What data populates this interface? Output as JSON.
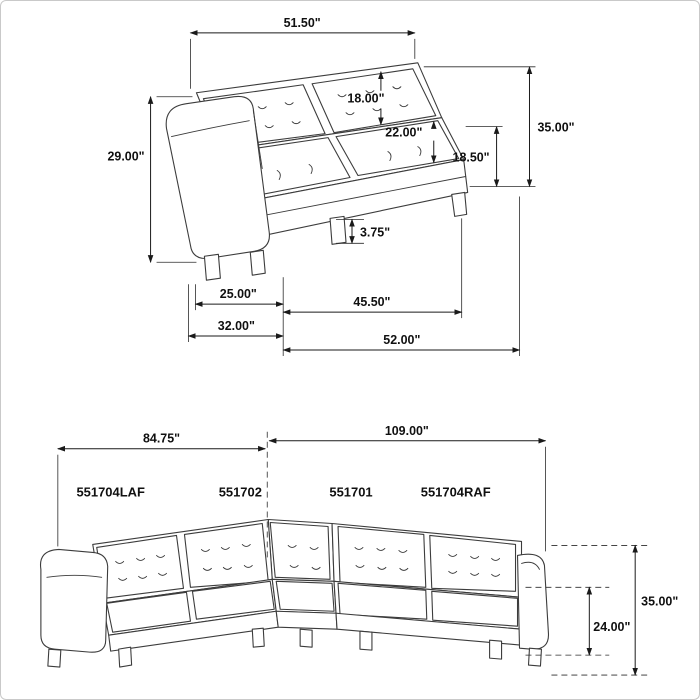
{
  "diagram_top": {
    "dims": {
      "back_width": "51.50\"",
      "back_cushion_height": "18.00\"",
      "seat_depth": "22.00\"",
      "arm_height": "29.00\"",
      "overall_height": "35.00\"",
      "seat_height": "18.50\"",
      "leg_height": "3.75\"",
      "front_left_depth": "25.00\"",
      "seat_width": "45.50\"",
      "side_depth": "32.00\"",
      "overall_width": "52.00\""
    }
  },
  "diagram_bottom": {
    "dims": {
      "left_section_width": "84.75\"",
      "right_section_width": "109.00\"",
      "overall_height": "35.00\"",
      "arm_to_floor_height": "24.00\""
    },
    "part_labels": [
      "551704LAF",
      "551702",
      "551701",
      "551704RAF"
    ]
  }
}
